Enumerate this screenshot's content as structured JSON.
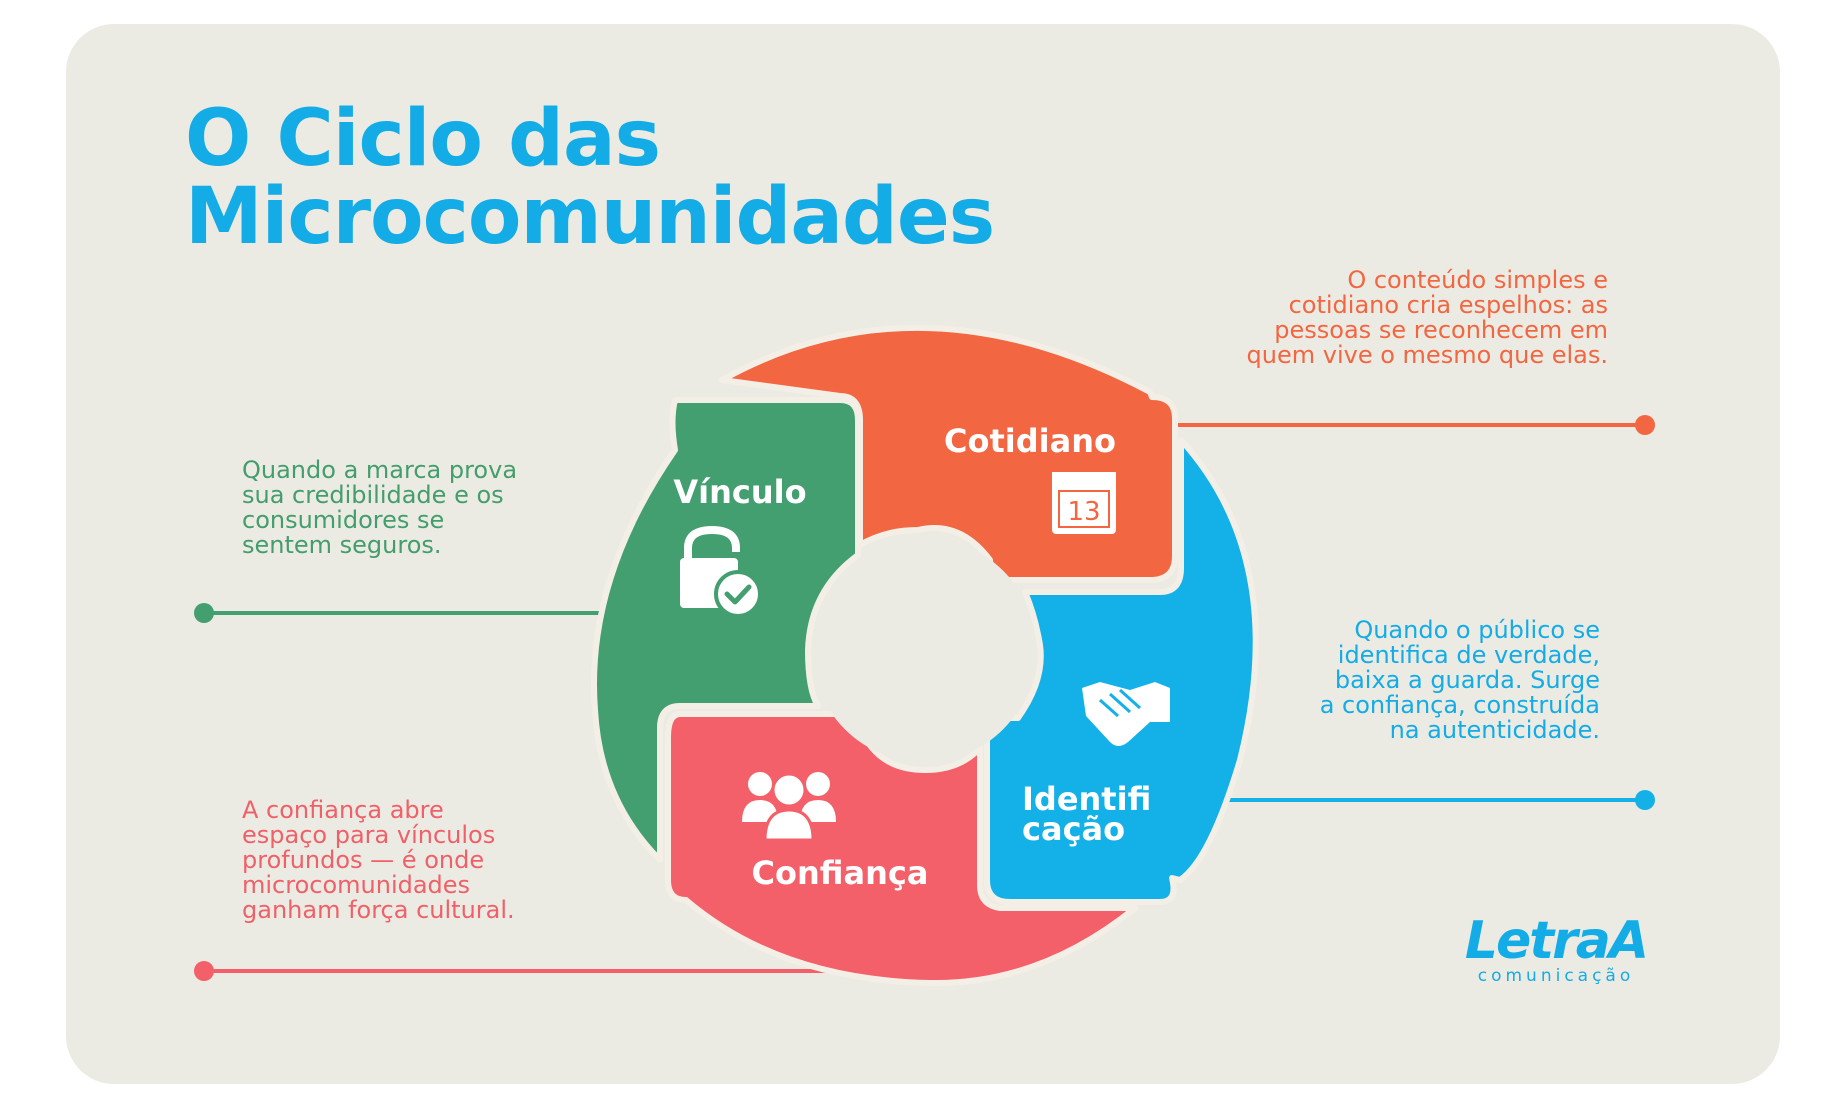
{
  "title": {
    "line1": "O Ciclo das",
    "line2": "Microcomunidades"
  },
  "stages": {
    "cotidiano": {
      "label": "Cotidiano",
      "icon": "calendar-icon",
      "icon_text": "13",
      "color": "#f26641",
      "description": [
        "O conteúdo simples e",
        "cotidiano cria espelhos: as",
        "pessoas se reconhecem em",
        "quem vive o mesmo que elas."
      ]
    },
    "identificacao": {
      "label_line1": "Identifi",
      "label_line2": "cação",
      "icon": "handshake-icon",
      "color": "#13b1e8",
      "description": [
        "Quando o público se",
        "identifica de verdade,",
        "baixa a guarda. Surge ",
        "a confiança, construída",
        "na autenticidade."
      ]
    },
    "confianca": {
      "label": "Confiança",
      "icon": "people-group-icon",
      "color": "#f36069",
      "description": [
        "A confiança abre",
        "espaço para vínculos",
        "profundos — é onde",
        "microcomunidades",
        "ganham força cultural."
      ]
    },
    "vinculo": {
      "label": "Vínculo",
      "icon": "unlocked-padlock-check-icon",
      "color": "#439f70",
      "description": [
        "Quando a marca prova",
        "sua credibilidade e os",
        "consumidores se",
        "sentem seguros."
      ]
    }
  },
  "logo": {
    "name": "LetraA",
    "subtitle": "comunicação",
    "color": "#13ace6"
  },
  "background_color": "#ecebe3"
}
